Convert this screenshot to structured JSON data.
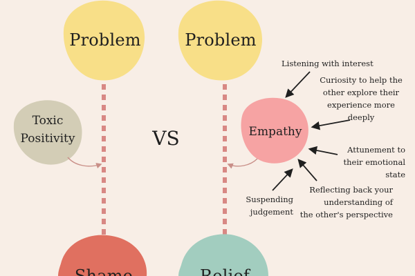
{
  "colors": {
    "background": "#f8eee6",
    "problem": "#f8df88",
    "toxic": "#d3cdb6",
    "empathy": "#f6a3a3",
    "shame": "#e07060",
    "relief": "#a2cdbf",
    "dash": "#d88884",
    "curve": "#c98f88"
  },
  "left": {
    "problem": "Problem",
    "modifier": [
      "Toxic",
      "Positivity"
    ],
    "outcome": "Shame"
  },
  "center": {
    "vs": "VS"
  },
  "right": {
    "problem": "Problem",
    "modifier": "Empathy",
    "outcome": "Relief"
  },
  "notes": {
    "listening": "Listening with interest",
    "curiosity": [
      "Curiosity to help the",
      "other explore their",
      "experience more",
      "deeply"
    ],
    "attunement": [
      "Attunement  to",
      "their emotional",
      "state"
    ],
    "suspending": [
      "Suspending",
      "judgement"
    ],
    "reflecting": [
      "Reflecting back your",
      "understanding of",
      "the other's perspective"
    ]
  }
}
